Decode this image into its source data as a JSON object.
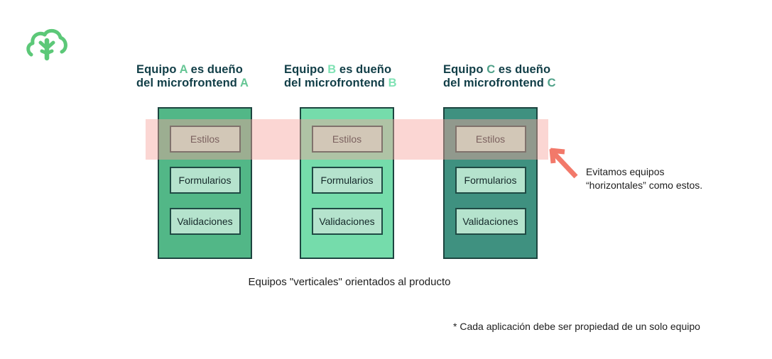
{
  "logo": {
    "name": "tree-logo",
    "color": "#5cc878"
  },
  "teams": [
    {
      "header": {
        "pre": "Equipo ",
        "letter": "A",
        "post": " es dueño",
        "pre2": "del microfrontend ",
        "letter_color": "#66c695"
      },
      "column_bg": "#52b787",
      "boxes": [
        "Estilos",
        "Formularios",
        "Validaciones"
      ]
    },
    {
      "header": {
        "pre": "Equipo ",
        "letter": "B",
        "post": " es dueño",
        "pre2": "del microfrontend ",
        "letter_color": "#7fe2b4"
      },
      "column_bg": "#75dcab",
      "boxes": [
        "Estilos",
        "Formularios",
        "Validaciones"
      ]
    },
    {
      "header": {
        "pre": "Equipo ",
        "letter": "C",
        "post": " es dueño",
        "pre2": "del microfrontend ",
        "letter_color": "#4fa189"
      },
      "column_bg": "#3f9180",
      "boxes": [
        "Estilos",
        "Formularios",
        "Validaciones"
      ]
    }
  ],
  "band": {
    "color": "rgba(246,163,157,0.45)"
  },
  "annotation": {
    "line1": "Evitamos equipos",
    "line2": "“horizontales” como estos.",
    "arrow_color": "#f2796a"
  },
  "caption": "Equipos \"verticales\" orientados al producto",
  "footnote": "* Cada aplicación debe ser propiedad de un solo equipo",
  "colors": {
    "header_text": "#113e47",
    "column_border": "#1d4540",
    "box_bg": "#b5e3cd",
    "box_border": "#1f4a44",
    "box_text": "#15292a",
    "body_text": "#1d1d1d"
  }
}
